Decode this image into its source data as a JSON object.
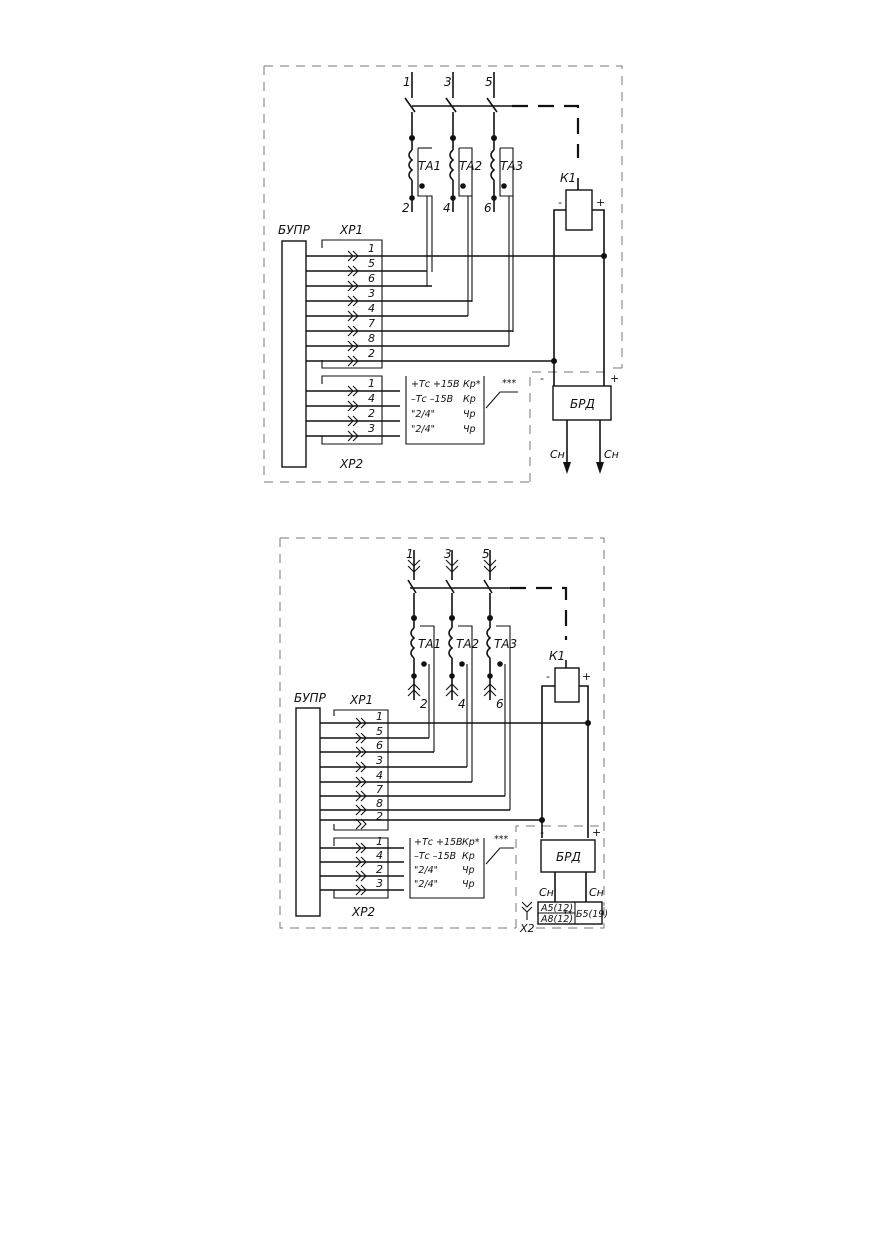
{
  "diagrams": [
    {
      "unit_label": "БУПР",
      "connector_top": "ХР1",
      "connector_bottom": "ХР2",
      "phase_labels": [
        "1",
        "3",
        "5"
      ],
      "tt_labels": [
        "ТА1",
        "ТА2",
        "ТА3"
      ],
      "tt_bottom_labels": [
        "2",
        "4",
        "6"
      ],
      "relay_label": "К1",
      "relay_minus": "-",
      "relay_plus": "+",
      "brd_label": "БРД",
      "brd_minus": "-",
      "brd_plus": "+",
      "xp1_pins": [
        "1",
        "5",
        "6",
        "3",
        "4",
        "7",
        "8",
        "2"
      ],
      "xp2_pins": [
        "1",
        "4",
        "2",
        "3"
      ],
      "xp2_signals": [
        {
          "a": "+Тс +15В",
          "b": "Кр*"
        },
        {
          "a": "–Тс –15В",
          "b": "Кр"
        },
        {
          "a": "\"2/4\"",
          "b": "Чр"
        },
        {
          "a": "\"2/4\"",
          "b": "Чр"
        }
      ],
      "note": "***",
      "output_left": "Сн",
      "output_right": "Сн"
    },
    {
      "unit_label": "БУПР",
      "connector_top": "ХР1",
      "connector_bottom": "ХР2",
      "phase_labels": [
        "1",
        "3",
        "5"
      ],
      "tt_labels": [
        "ТА1",
        "ТА2",
        "ТА3"
      ],
      "tt_bottom_labels": [
        "2",
        "4",
        "6"
      ],
      "relay_label": "К1",
      "relay_minus": "-",
      "relay_plus": "+",
      "brd_label": "БРД",
      "brd_minus": "-",
      "brd_plus": "+",
      "xp1_pins": [
        "1",
        "5",
        "6",
        "3",
        "4",
        "7",
        "8",
        "2"
      ],
      "xp2_pins": [
        "1",
        "4",
        "2",
        "3"
      ],
      "xp2_signals": [
        {
          "a": "+Тс +15В",
          "b": "Кр*"
        },
        {
          "a": "–Тс –15В",
          "b": "Кр"
        },
        {
          "a": "\"2/4\"",
          "b": "Чр"
        },
        {
          "a": "\"2/4\"",
          "b": "Чр"
        }
      ],
      "note": "***",
      "output_left": "Сн",
      "output_right": "Сн",
      "terminal_cells": [
        "А5(12)",
        "А8(12)",
        "Б5(19)"
      ],
      "terminal_mark": "**",
      "x2_label": "Х2"
    }
  ]
}
